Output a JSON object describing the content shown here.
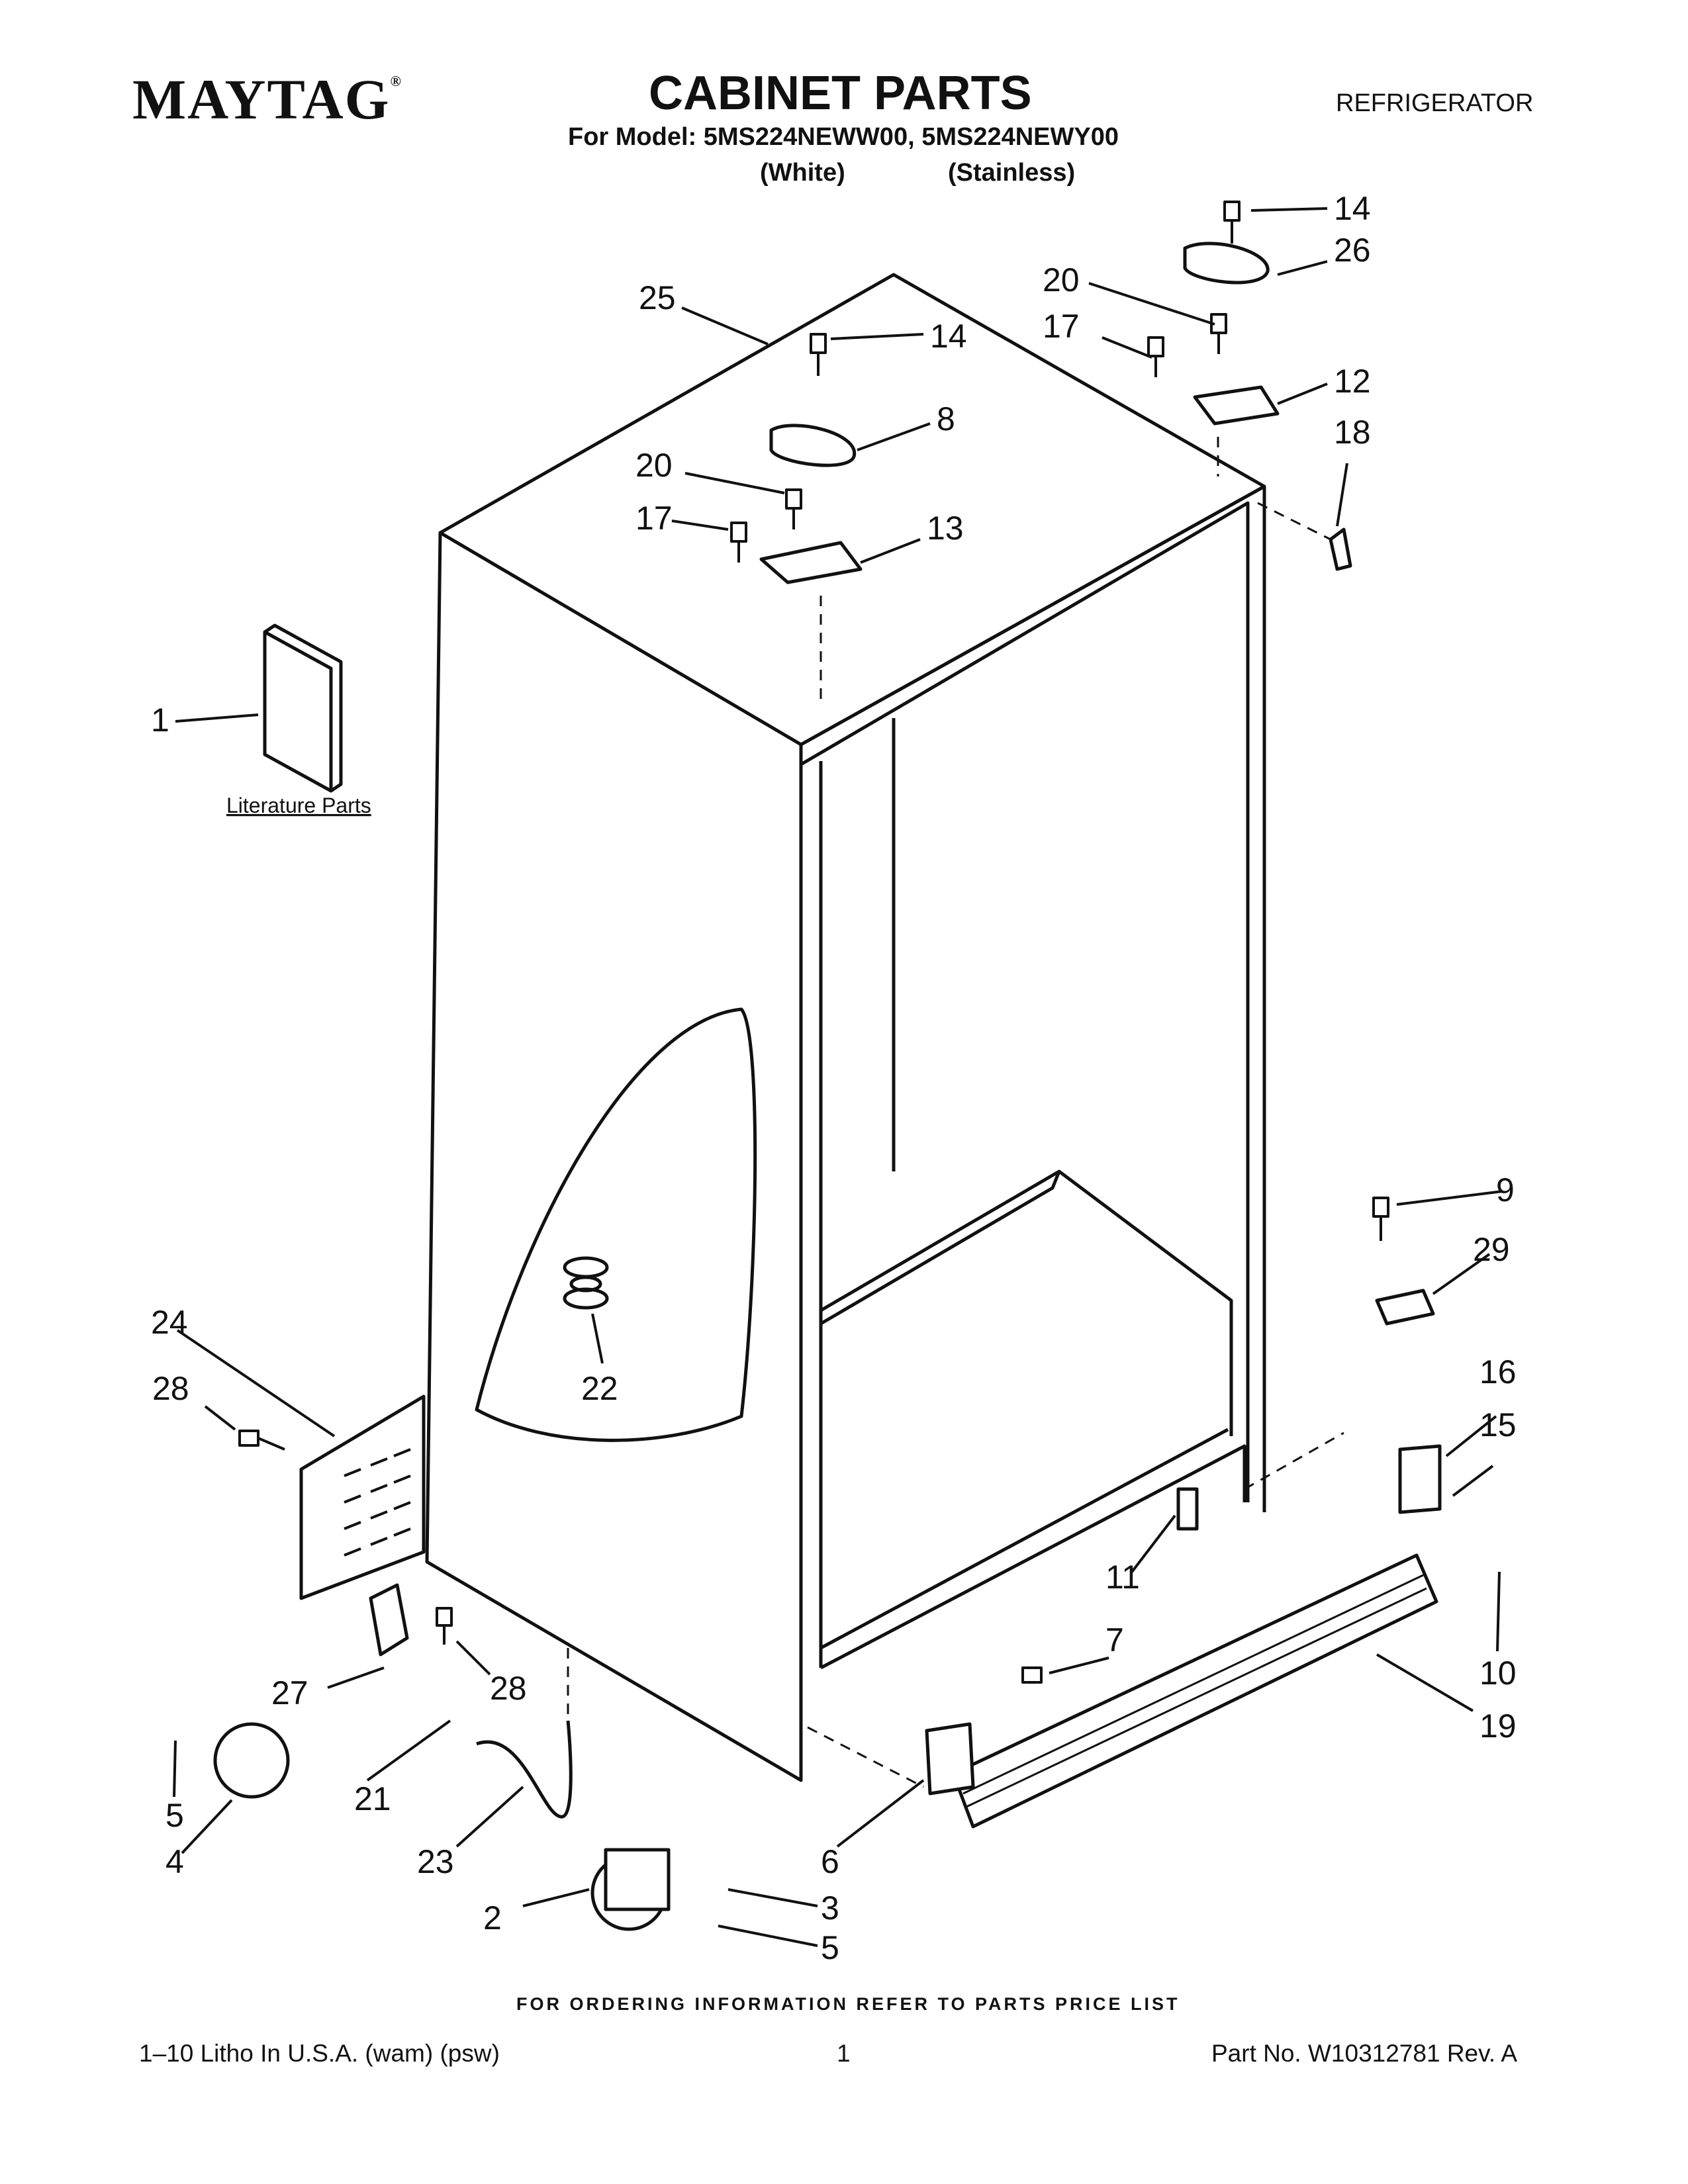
{
  "header": {
    "brand": "MAYTAG",
    "brand_mark": "®",
    "title": "CABINET PARTS",
    "category": "REFRIGERATOR",
    "models_line": "For Model: 5MS224NEWW00, 5MS224NEWY00",
    "variant_white": "(White)",
    "variant_stainless": "(Stainless)"
  },
  "diagram": {
    "literature_label": "Literature Parts",
    "callouts": [
      {
        "id": "c14a",
        "label": "14"
      },
      {
        "id": "c26",
        "label": "26"
      },
      {
        "id": "c20a",
        "label": "20"
      },
      {
        "id": "c25",
        "label": "25"
      },
      {
        "id": "c17a",
        "label": "17"
      },
      {
        "id": "c12",
        "label": "12"
      },
      {
        "id": "c14b",
        "label": "14"
      },
      {
        "id": "c18",
        "label": "18"
      },
      {
        "id": "c8",
        "label": "8"
      },
      {
        "id": "c20b",
        "label": "20"
      },
      {
        "id": "c17b",
        "label": "17"
      },
      {
        "id": "c13",
        "label": "13"
      },
      {
        "id": "c1",
        "label": "1"
      },
      {
        "id": "c9",
        "label": "9"
      },
      {
        "id": "c29",
        "label": "29"
      },
      {
        "id": "c24",
        "label": "24"
      },
      {
        "id": "c22",
        "label": "22"
      },
      {
        "id": "c28a",
        "label": "28"
      },
      {
        "id": "c16",
        "label": "16"
      },
      {
        "id": "c15",
        "label": "15"
      },
      {
        "id": "c11",
        "label": "11"
      },
      {
        "id": "c10",
        "label": "10"
      },
      {
        "id": "c7",
        "label": "7"
      },
      {
        "id": "c27",
        "label": "27"
      },
      {
        "id": "c28b",
        "label": "28"
      },
      {
        "id": "c19",
        "label": "19"
      },
      {
        "id": "c21",
        "label": "21"
      },
      {
        "id": "c5a",
        "label": "5"
      },
      {
        "id": "c4",
        "label": "4"
      },
      {
        "id": "c23",
        "label": "23"
      },
      {
        "id": "c6",
        "label": "6"
      },
      {
        "id": "c2",
        "label": "2"
      },
      {
        "id": "c3",
        "label": "3"
      },
      {
        "id": "c5b",
        "label": "5"
      }
    ]
  },
  "footer": {
    "ordering_info": "FOR ORDERING INFORMATION REFER TO PARTS PRICE LIST",
    "litho": "1–10 Litho In U.S.A. (wam) (psw)",
    "page_number": "1",
    "part_number": "Part No. W10312781 Rev. A"
  }
}
